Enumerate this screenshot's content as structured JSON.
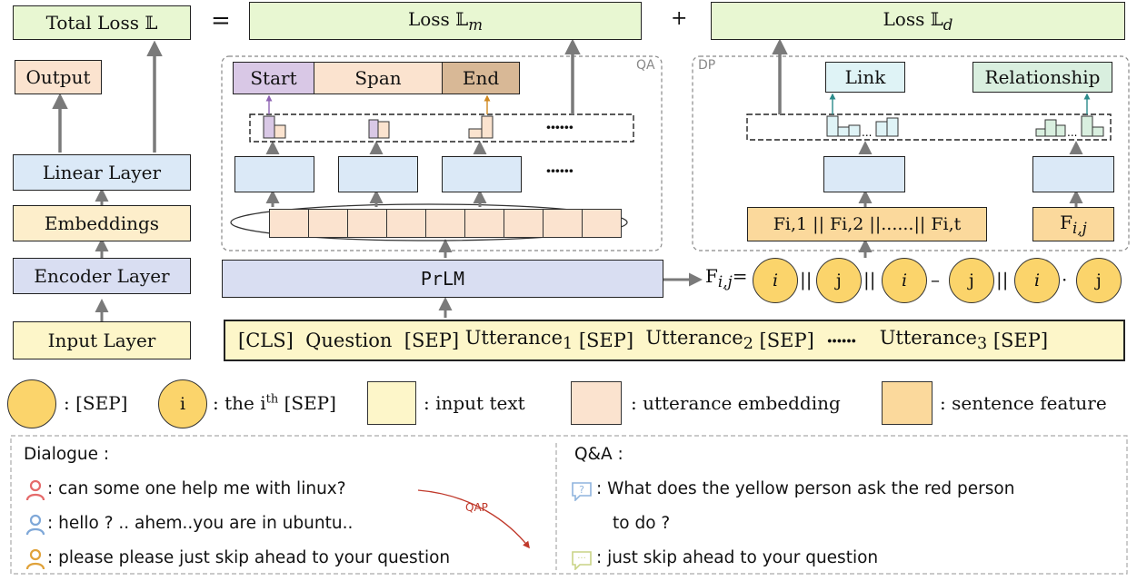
{
  "top": {
    "total_loss": "Total Loss 𝕃",
    "equals": "=",
    "loss_m": "Loss 𝕃",
    "loss_m_sub": "m",
    "plus": "+",
    "loss_d": "Loss 𝕃",
    "loss_d_sub": "d"
  },
  "left_stack": {
    "output": "Output",
    "linear": "Linear Layer",
    "embeddings": "Embeddings",
    "encoder": "Encoder Layer",
    "input": "Input Layer"
  },
  "qa": {
    "tag": "QA",
    "start": "Start",
    "span": "Span",
    "end": "End",
    "dots1": "······",
    "dots2": "······"
  },
  "dp": {
    "tag": "DP",
    "link": "Link",
    "relationship": "Relationship",
    "feature_concat": "F",
    "feature_concat_full": "Fi,1 || Fi,2 ||......|| Fi,t",
    "f_ij": "F",
    "f_ij_sub": "i,j"
  },
  "prlm": "PrLM",
  "input_sequence": {
    "cls": "[CLS]",
    "question": "Question",
    "sep1": "[SEP]",
    "utt1": "Utterance",
    "utt1_sub": "1",
    "sep2": "[SEP]",
    "utt2": "Utterance",
    "utt2_sub": "2",
    "sep3": "[SEP]",
    "dots": "······",
    "utt3": "Utterance",
    "utt3_sub": "3",
    "sep4": "[SEP]"
  },
  "formula": {
    "lhs": "F",
    "lhs_sub": "i,j",
    "eq": "=",
    "i": "i",
    "j": "j",
    "concat": "||",
    "minus": "–",
    "dot": "·"
  },
  "legend": {
    "sep": ": [SEP]",
    "ith_marker": "i",
    "ith": ": the i",
    "ith_sup": "th",
    "ith_tail": " [SEP]",
    "input_text": ": input text",
    "utterance_embedding": ": utterance embedding",
    "sentence_feature": ": sentence feature"
  },
  "dialogue": {
    "title": "Dialogue :",
    "lines": [
      ": can some one help me with linux?",
      ": hello ? .. ahem..you are in ubuntu..",
      ": please please just skip ahead to your question"
    ],
    "qap": "QAP"
  },
  "qna": {
    "title": "Q&A :",
    "question_line1": ": What does the yellow person ask the red person",
    "question_line2": "to do ?",
    "answer": ": just skip ahead to your question"
  },
  "colors": {
    "green": "#e8f7d2",
    "orange": "#fbe3cf",
    "blue": "#dbe9f7",
    "lavender": "#d9def2",
    "yellow": "#fdf6c9",
    "sentence_feature": "#fbd99c",
    "sep_circle": "#fbd46b",
    "start_purple": "#d9c8e6",
    "end_brown": "#d8b896",
    "link_cyan": "#dff3f6",
    "rel_green": "#d9efdf",
    "arrow_gray": "#7a7a7a"
  }
}
